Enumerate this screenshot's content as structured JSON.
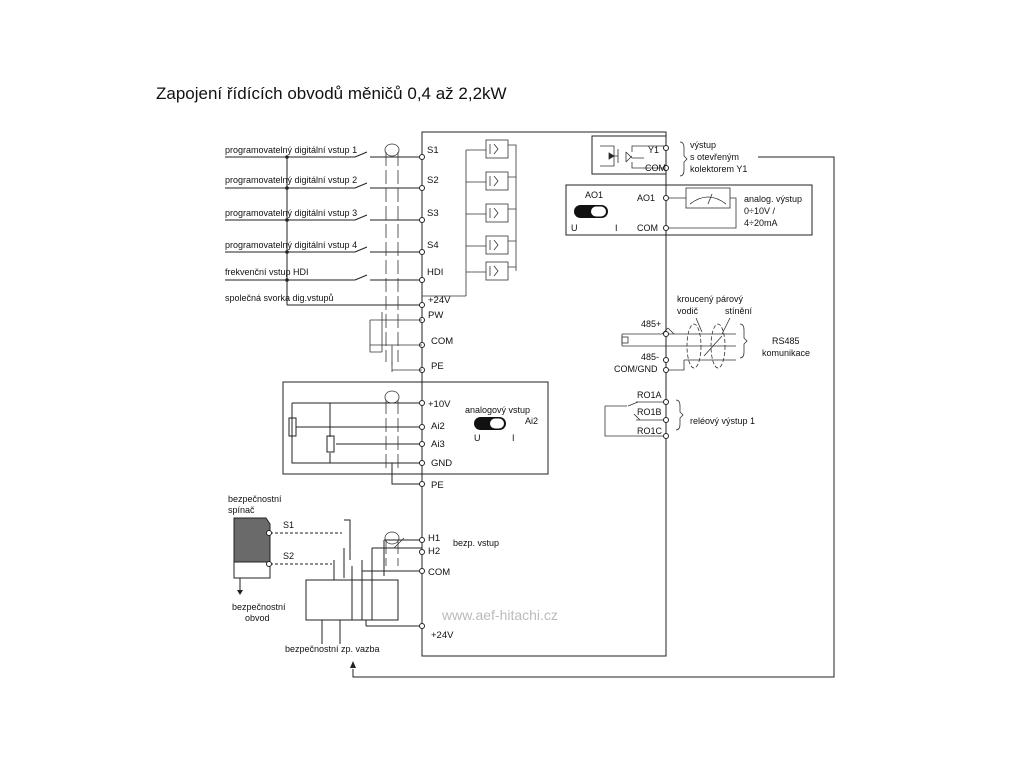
{
  "title": "Zapojení řídících obvodů měničů 0,4 až 2,2kW",
  "watermark": "www.aef-hitachi.cz",
  "inputs": {
    "rows": [
      {
        "label": "programovatelný digitální vstup 1",
        "terminal": "S1"
      },
      {
        "label": "programovatelný digitální vstup 2",
        "terminal": "S2"
      },
      {
        "label": "programovatelný digitální vstup 3",
        "terminal": "S3"
      },
      {
        "label": "programovatelný digitální vstup 4",
        "terminal": "S4"
      },
      {
        "label": "frekvenční vstup HDI",
        "terminal": "HDI"
      }
    ],
    "common_label": "společná svorka dig.vstupů",
    "terminals": [
      "+24V",
      "PW",
      "COM",
      "PE"
    ]
  },
  "analog_in": {
    "terminals": [
      "+10V",
      "Ai2",
      "Ai3",
      "GND",
      "PE"
    ],
    "switch_label": "analogový vstup",
    "switch_right": "Ai2",
    "switch_u": "U",
    "switch_i": "I"
  },
  "safety": {
    "switch_label_1": "bezpečnostní",
    "switch_label_2": "spínač",
    "s1": "S1",
    "s2": "S2",
    "circuit_label_1": "bezpečnostní",
    "circuit_label_2": "obvod",
    "terminals": [
      "H1",
      "H2",
      "COM",
      "+24V"
    ],
    "input_label": "bezp. vstup",
    "feedback_label": "bezpečnostní zp. vazba"
  },
  "outputs": {
    "y1_terminal": "Y1",
    "y1_com": "COM",
    "y1_label_1": "výstup",
    "y1_label_2": "s otevřeným",
    "y1_label_3": "kolektorem Y1",
    "ao1_switch": "AO1",
    "ao1_terminal": "AO1",
    "ao1_com": "COM",
    "ao1_u": "U",
    "ao1_i": "I",
    "ao1_label_1": "analog. výstup",
    "ao1_label_2": "0÷10V /",
    "ao1_label_3": "4÷20mA",
    "rs485_plus": "485+",
    "rs485_minus": "485-",
    "rs485_gnd": "COM/GND",
    "twisted_1": "kroucený párový",
    "twisted_2": "vodič",
    "shield": "stínění",
    "rs485_label_1": "RS485",
    "rs485_label_2": "komunikace",
    "relay_terminals": [
      "RO1A",
      "RO1B",
      "RO1C"
    ],
    "relay_label": "reléový výstup 1"
  }
}
